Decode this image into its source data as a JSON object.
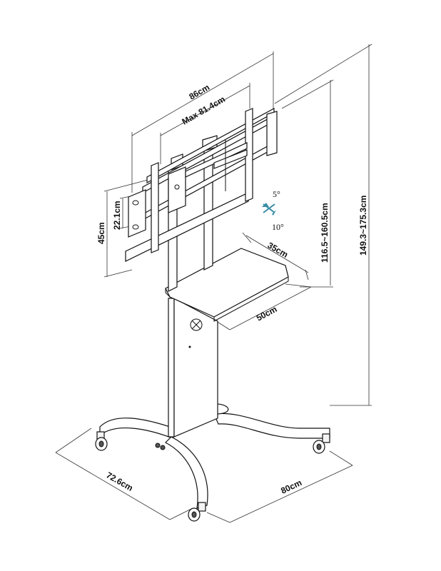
{
  "dimensions": {
    "bracket_width": "86cm",
    "bracket_max_width": "Max 81.4cm",
    "bracket_height": "45cm",
    "bracket_inner_height": "22.1cm",
    "overall_height": "149.3~175.3cm",
    "mount_height": "116.5~160.5cm",
    "shelf_depth": "35cm",
    "shelf_width": "50cm",
    "base_depth": "72.6cm",
    "base_width": "80cm"
  },
  "tilt": {
    "up": "5°",
    "down": "10°"
  },
  "colors": {
    "line": "#111111",
    "tilt_icon": "#3a8fa8"
  }
}
